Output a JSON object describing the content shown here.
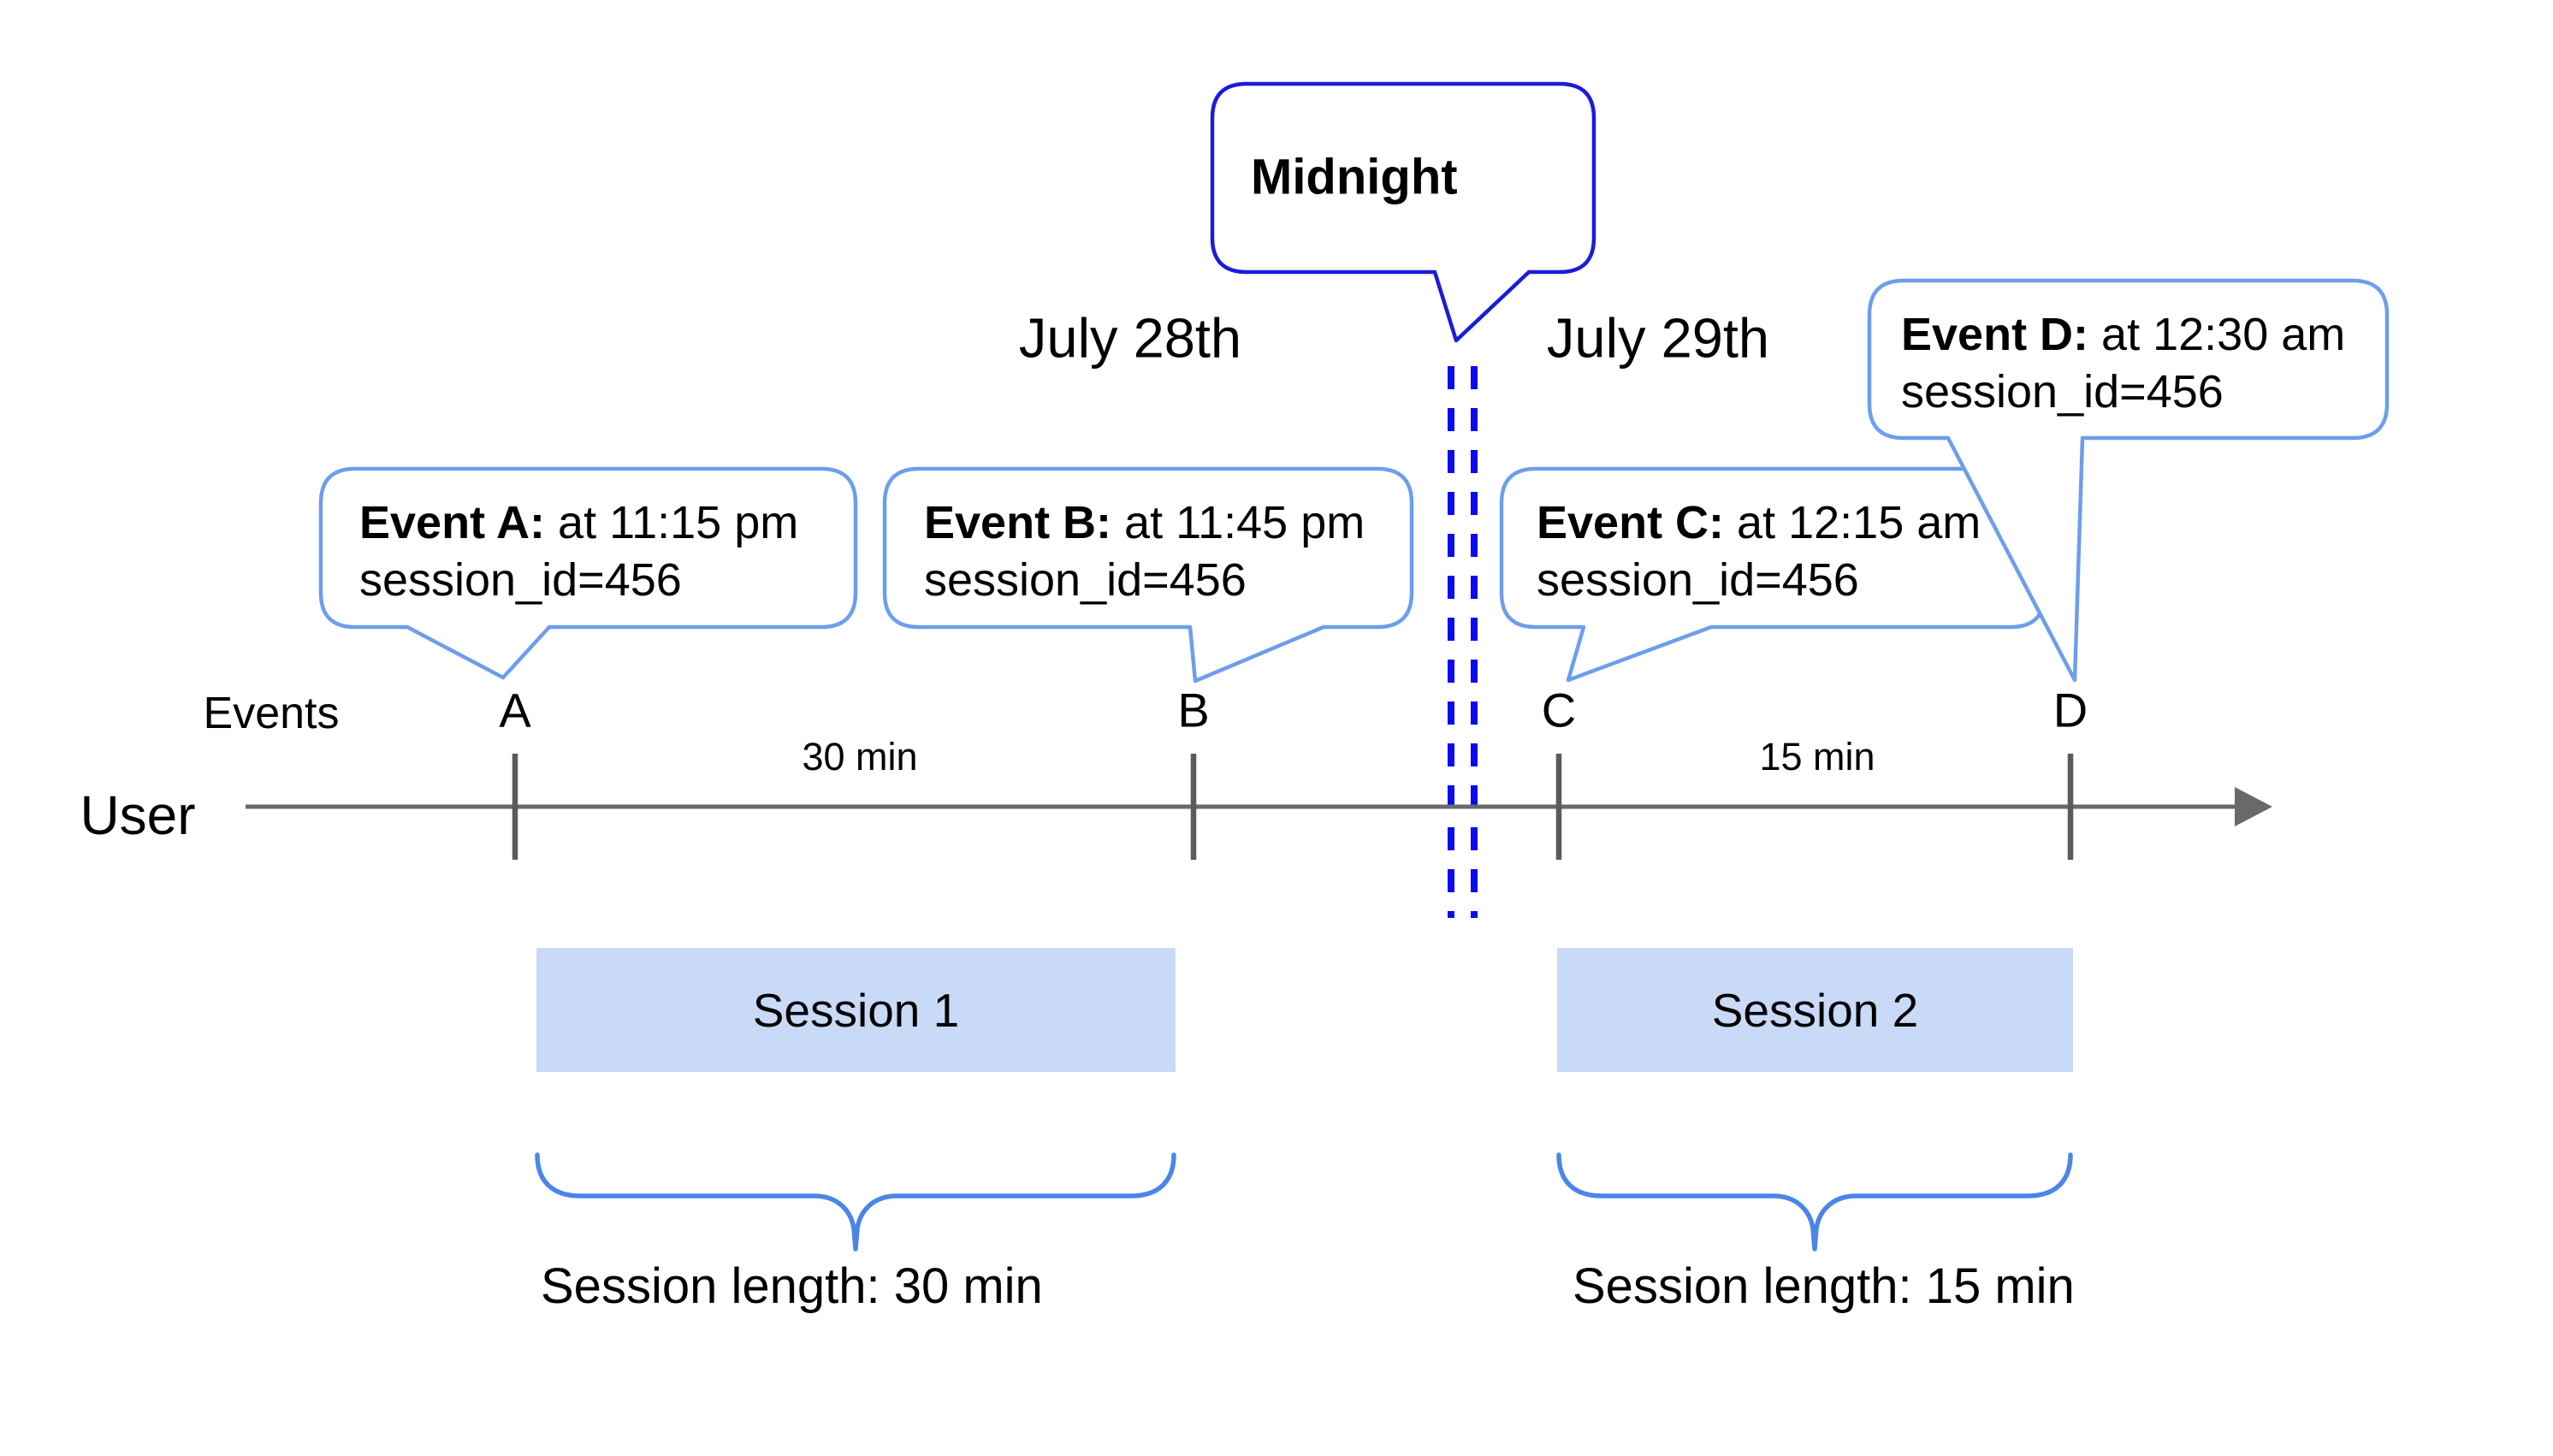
{
  "midnight": {
    "label": "Midnight"
  },
  "dates": {
    "left": "July 28th",
    "right": "July 29th"
  },
  "events": [
    {
      "letter": "A",
      "bold": "Event A:",
      "time": " at 11:15 pm",
      "session": "session_id=456"
    },
    {
      "letter": "B",
      "bold": "Event B:",
      "time": " at 11:45 pm",
      "session": "session_id=456"
    },
    {
      "letter": "C",
      "bold": "Event C:",
      "time": " at 12:15 am",
      "session": "session_id=456"
    },
    {
      "letter": "D",
      "bold": "Event D:",
      "time": " at 12:30 am",
      "session": "session_id=456"
    }
  ],
  "axis": {
    "events_label": "Events",
    "user_label": "User",
    "intervals": [
      "30 min",
      "15 min"
    ]
  },
  "sessions": [
    {
      "name": "Session 1",
      "length_label": "Session length: 30 min"
    },
    {
      "name": "Session 2",
      "length_label": "Session length: 15 min"
    }
  ],
  "colors": {
    "event_bubble_border": "#6d9eeb",
    "midnight_border": "#1b1bd9",
    "dashed_line": "#0a0af0",
    "session_fill": "#c9daf8",
    "timeline": "#696969",
    "brace": "#4a86e8",
    "text": "#000000"
  }
}
